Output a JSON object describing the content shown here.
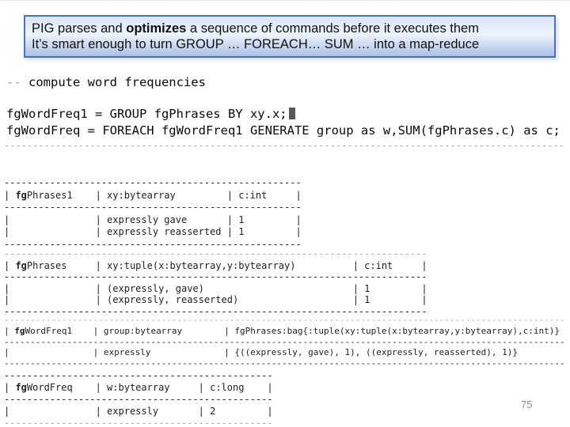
{
  "header_box": {
    "line1_pre": "PIG parses and ",
    "line1_bold": "optimizes",
    "line1_post": " a sequence of commands before it executes them",
    "line2": "It’s smart enough to turn GROUP … FOREACH… SUM … into a map-reduce",
    "border_color": "#4a72b8"
  },
  "code": {
    "comment_prefix": "--",
    "comment_text": " compute word frequencies",
    "line1": "fgWordFreq1 = GROUP fgPhrases BY xy.x;",
    "line2": "fgWordFreq = FOREACH fgWordFreq1 GENERATE group as w,SUM(fgPhrases.c) as c;",
    "cursor_color": "#595959"
  },
  "tables": [
    {
      "name": "pre-output-separator",
      "lines": [
        {
          "dash": 98,
          "faint": true
        }
      ]
    },
    {
      "name": "table-fgPhrases1",
      "relation": "fgPhrases1",
      "columns": [
        "xy:bytearray",
        "c:int"
      ],
      "rows": [
        [
          "expressly gave",
          "1"
        ],
        [
          "expressly reasserted",
          "1"
        ]
      ],
      "lines": [
        {
          "dash": 52
        },
        {
          "text": "| fgPhrases1    | xy:bytearray         | c:int     |",
          "bold": [
            2,
            4
          ]
        },
        {
          "dash": 52
        },
        {
          "text": "|               | expressly gave       | 1         |"
        },
        {
          "text": "|               | expressly reasserted | 1         |"
        },
        {
          "dash": 52
        }
      ]
    },
    {
      "name": "table-fgPhrases",
      "relation": "fgPhrases",
      "columns": [
        "xy:tuple(x:bytearray,y:bytearray)",
        "c:int"
      ],
      "rows": [
        [
          "(expressly, gave)",
          "1"
        ],
        [
          "(expressly, reasserted)",
          "1"
        ]
      ],
      "lines": [
        {
          "dash": 74,
          "faint": true
        },
        {
          "text": "| fgPhrases     | xy:tuple(x:bytearray,y:bytearray)          | c:int     |",
          "bold": [
            2,
            4
          ]
        },
        {
          "dash": 74
        },
        {
          "text": "|               | (expressly, gave)                          | 1         |"
        },
        {
          "text": "|               | (expressly, reasserted)                    | 1         |"
        },
        {
          "dash": 74
        }
      ]
    },
    {
      "name": "table-fgWordFreq1",
      "relation": "fgWordFreq1",
      "columns": [
        "group:bytearray",
        "fgPhrases:bag{:tuple(xy:tuple(x:bytearray,y:bytearray),c:int)}"
      ],
      "rows": [
        [
          "expressly",
          "{((expressly, gave), 1), ((expressly, reasserted), 1)}"
        ]
      ],
      "lines": [
        {
          "dash": 107,
          "faint": true
        },
        {
          "text": "| fgWordFreq1    | group:bytearray        | fgPhrases:bag{:tuple(xy:tuple(x:bytearray,y:bytearray),c:int)}",
          "bold": [
            2,
            4
          ]
        },
        {
          "dash": 107
        },
        {
          "text": "|                | expressly              | {((expressly, gave), 1), ((expressly, reasserted), 1)}"
        },
        {
          "dash": 107
        }
      ]
    },
    {
      "name": "table-fgWordFreq",
      "relation": "fgWordFreq",
      "columns": [
        "w:bytearray",
        "c:long"
      ],
      "rows": [
        [
          "expressly",
          "2"
        ]
      ],
      "lines": [
        {
          "dash": 47
        },
        {
          "text": "| fgWordFreq    | w:bytearray     | c:long    |",
          "bold": [
            2,
            4
          ]
        },
        {
          "dash": 47
        },
        {
          "text": "|               | expressly       | 2         |"
        },
        {
          "dash": 47,
          "faint": true
        }
      ]
    }
  ],
  "page_number": "75"
}
